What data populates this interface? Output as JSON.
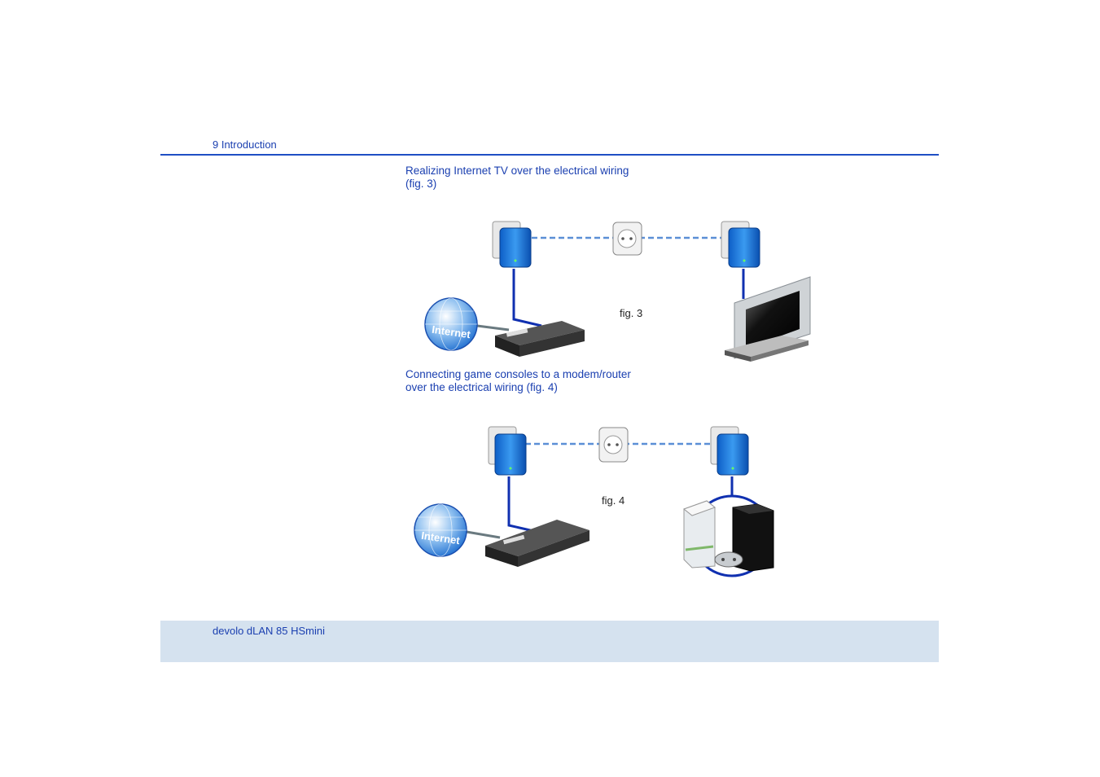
{
  "header": {
    "section": "9 Introduction"
  },
  "captions": {
    "fig3_line1": "Realizing Internet TV over the electrical wiring",
    "fig3_line2": "(fig. 3)",
    "fig4_line1": "Connecting game consoles to a modem/router",
    "fig4_line2": "over the electrical wiring (fig. 4)"
  },
  "figures": {
    "fig3_label": "fig. 3",
    "fig4_label": "fig. 4",
    "globe_text": "Internet"
  },
  "footer": {
    "product": "devolo dLAN 85 HSmini"
  },
  "colors": {
    "accent": "#1a3fb0",
    "footer_bg": "#d5e2ef",
    "adapter": "#1a73d9",
    "cable": "#1030b0"
  }
}
